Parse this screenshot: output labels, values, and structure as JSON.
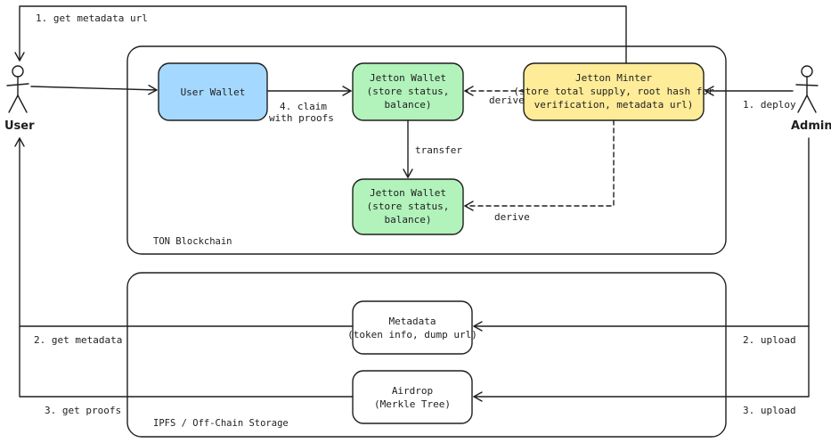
{
  "actors": {
    "user": "User",
    "admin": "Admin"
  },
  "regions": {
    "ton": "TON Blockchain",
    "ipfs": "IPFS / Off-Chain Storage"
  },
  "boxes": {
    "user_wallet": [
      "User Wallet"
    ],
    "jetton_wallet_top": [
      "Jetton Wallet",
      "(store status,",
      "balance)"
    ],
    "jetton_minter": [
      "Jetton Minter",
      "(store total supply, root hash for",
      "verification, metadata url)"
    ],
    "jetton_wallet_bottom": [
      "Jetton Wallet",
      "(store status,",
      "balance)"
    ],
    "metadata": [
      "Metadata",
      "(token info, dump url)"
    ],
    "airdrop": [
      "Airdrop",
      "(Merkle Tree)"
    ]
  },
  "colors": {
    "user_wallet": "#a5d8ff",
    "jetton_wallet": "#b2f2bb",
    "jetton_minter": "#ffec99",
    "plain": "#ffffff",
    "stroke": "#1e1e1e"
  },
  "edges": {
    "get_metadata_url": "1. get metadata url",
    "claim": [
      "4. claim",
      "with proofs"
    ],
    "derive_top": "derive",
    "deploy": "1. deploy",
    "transfer": "transfer",
    "derive_bottom": "derive",
    "get_metadata": "2. get metadata",
    "upload_metadata": "2. upload",
    "get_proofs": "3. get proofs",
    "upload_airdrop": "3. upload"
  }
}
